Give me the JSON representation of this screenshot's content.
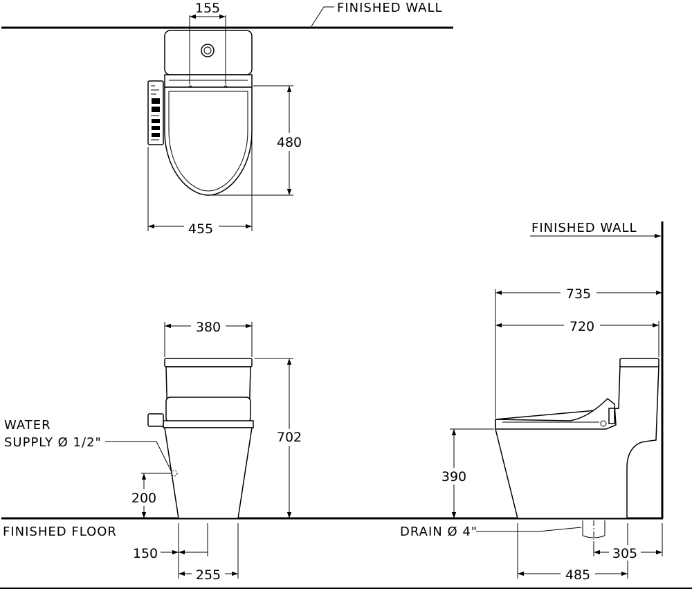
{
  "top_view": {
    "wall_label": "FINISHED  WALL",
    "dim_flush_spacing": "155",
    "dim_seat_depth": "480",
    "dim_total_width": "455"
  },
  "front_view": {
    "dim_tank_width": "380",
    "dim_total_height": "702",
    "dim_supply_height": "200",
    "dim_supply_offset": "150",
    "dim_base_width": "255",
    "water_supply_line1": "WATER",
    "water_supply_line2": "SUPPLY Ø 1/2\"",
    "floor_label": "FINISHED  FLOOR"
  },
  "side_view": {
    "wall_label": "FINISHED  WALL",
    "dim_overall_depth": "735",
    "dim_body_depth": "720",
    "dim_seat_height": "390",
    "drain_label": "DRAIN Ø 4\"",
    "dim_rough_in": "305",
    "dim_base_depth": "485"
  }
}
